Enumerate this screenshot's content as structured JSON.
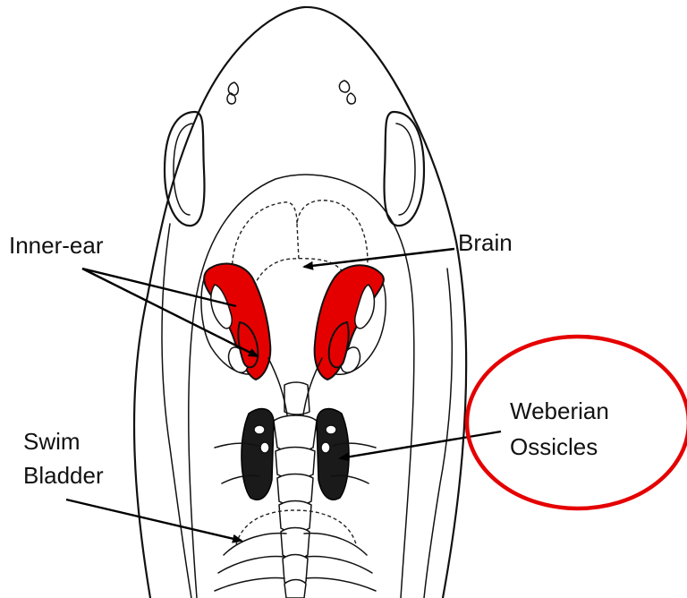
{
  "labels": {
    "inner_ear": "Inner-ear",
    "brain": "Brain",
    "weberian_line1": "Weberian",
    "weberian_line2": "Ossicles",
    "swim_line1": "Swim",
    "swim_line2": "Bladder"
  },
  "colors": {
    "highlight_circle": "#e50000",
    "inner_ear_fill": "#e50000",
    "line_art": "#111111"
  },
  "icons": {
    "highlight": "ellipse-highlight"
  }
}
